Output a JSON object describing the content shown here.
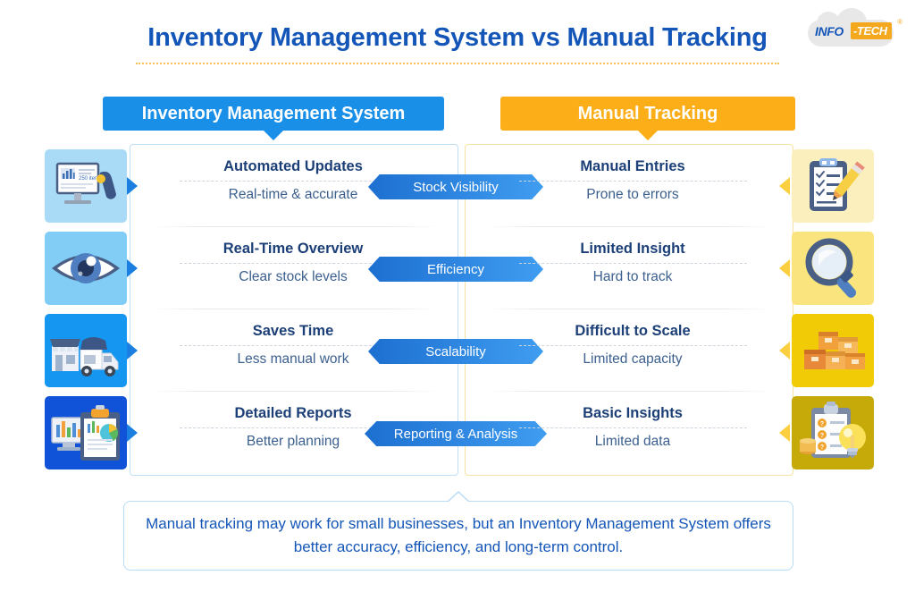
{
  "header": {
    "title": "Inventory Management System vs Manual Tracking",
    "logo": {
      "info": "INFO",
      "tech": "-TECH",
      "registered": "®"
    }
  },
  "banners": {
    "left": "Inventory Management System",
    "right": "Manual Tracking"
  },
  "colors": {
    "title_blue": "#1456b8",
    "banner_blue": "#1a8fe8",
    "banner_orange": "#fbae17",
    "panel_border_left": "#bfdff7",
    "panel_border_right": "#f7e3a4",
    "badge_gradient_start": "#1d6fd0",
    "badge_gradient_end": "#3f9df0",
    "cell_title": "#1c3f77",
    "cell_sub": "#3b5f8e",
    "callout_border": "#b8dcf5"
  },
  "rows": [
    {
      "badge": "Stock Visibility",
      "badge_width": "w1",
      "left": {
        "title": "Automated Updates",
        "sub": "Real-time & accurate",
        "icon": "monitor-barcode-scanner-icon",
        "tile_color": "#a9dbf7"
      },
      "right": {
        "title": "Manual Entries",
        "sub": "Prone to errors",
        "icon": "clipboard-pencil-icon",
        "tile_color": "#fbf0bd"
      }
    },
    {
      "badge": "Efficiency",
      "badge_width": "w1",
      "left": {
        "title": "Real-Time Overview",
        "sub": "Clear stock levels",
        "icon": "eye-icon",
        "tile_color": "#82cdf5"
      },
      "right": {
        "title": "Limited Insight",
        "sub": "Hard to track",
        "icon": "magnifying-glass-icon",
        "tile_color": "#fae47e"
      }
    },
    {
      "badge": "Scalability",
      "badge_width": "w1",
      "left": {
        "title": "Saves Time",
        "sub": "Less manual work",
        "icon": "store-delivery-truck-icon",
        "tile_color": "#1596f0"
      },
      "right": {
        "title": "Difficult to Scale",
        "sub": "Limited capacity",
        "icon": "stacked-boxes-icon",
        "tile_color": "#f2cb07"
      }
    },
    {
      "badge": "Reporting & Analysis",
      "badge_width": "w2",
      "left": {
        "title": "Detailed Reports",
        "sub": "Better planning",
        "icon": "reports-charts-icon",
        "tile_color": "#1153d8"
      },
      "right": {
        "title": "Basic Insights",
        "sub": "Limited data",
        "icon": "clipboard-lightbulb-coins-icon",
        "tile_color": "#c5aa0a"
      }
    }
  ],
  "callout": {
    "text": "Manual tracking may work for small businesses, but an Inventory Management System offers better accuracy, efficiency, and long-term control."
  }
}
